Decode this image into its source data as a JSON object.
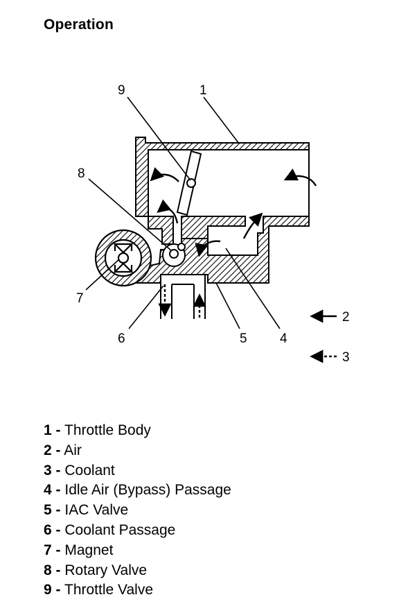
{
  "title": "Operation",
  "callouts": {
    "c1": "1",
    "c2": "2",
    "c3": "3",
    "c4": "4",
    "c5": "5",
    "c6": "6",
    "c7": "7",
    "c8": "8",
    "c9": "9"
  },
  "legend": {
    "separator": "-",
    "items": [
      {
        "num": "1",
        "label": "Throttle Body"
      },
      {
        "num": "2",
        "label": "Air"
      },
      {
        "num": "3",
        "label": "Coolant"
      },
      {
        "num": "4",
        "label": "Idle Air (Bypass) Passage"
      },
      {
        "num": "5",
        "label": "IAC Valve"
      },
      {
        "num": "6",
        "label": "Coolant Passage"
      },
      {
        "num": "7",
        "label": "Magnet"
      },
      {
        "num": "8",
        "label": "Rotary Valve"
      },
      {
        "num": "9",
        "label": "Throttle Valve"
      }
    ]
  }
}
